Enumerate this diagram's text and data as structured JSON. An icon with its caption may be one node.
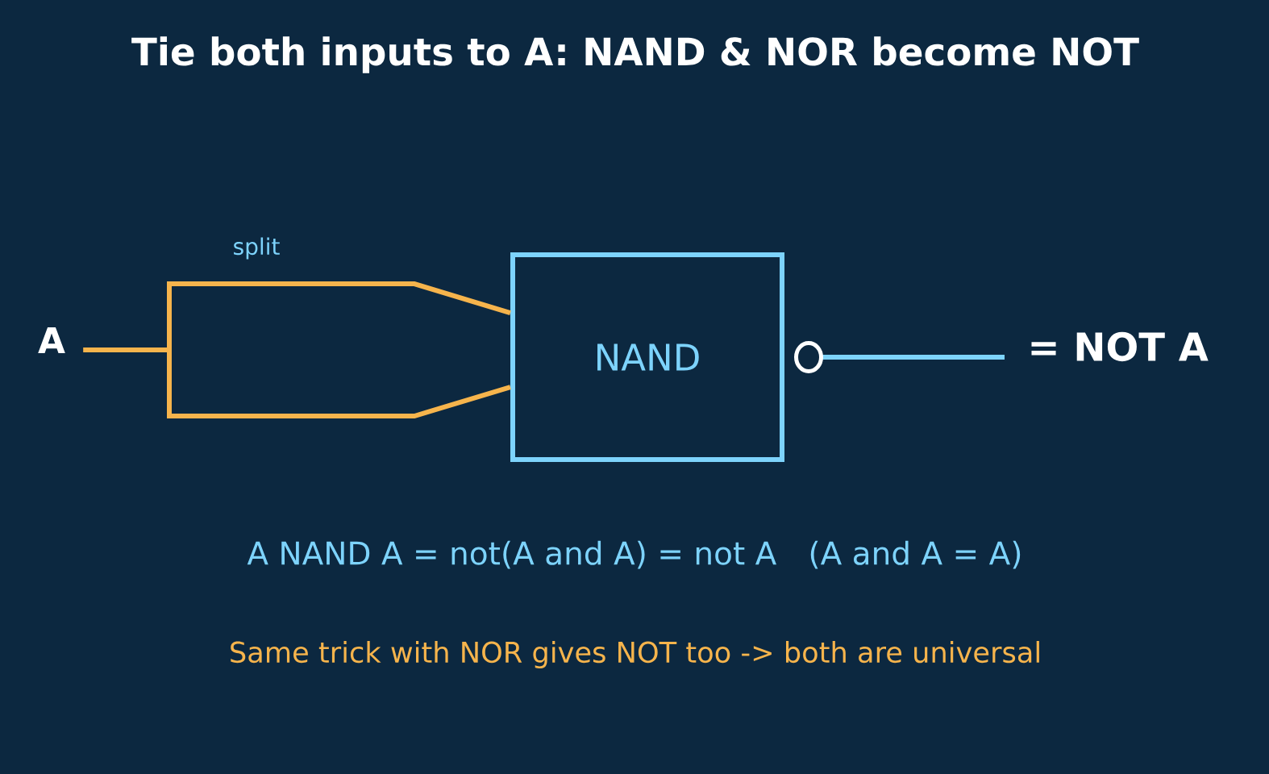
{
  "diagram": {
    "title": "Tie both inputs to A: NAND & NOR become NOT",
    "nodes": [
      {
        "text": [
          "A"
        ]
      },
      {
        "text": [
          "NAND"
        ]
      },
      {
        "text": [
          "= NOT A"
        ]
      }
    ],
    "edges": [
      {
        "from": 0,
        "to": 1,
        "arrow": "none",
        "label": "split"
      },
      {
        "from": 0,
        "to": 1,
        "arrow": "none"
      },
      {
        "from": 1,
        "to": 2,
        "arrow": "other",
        "color": "#7dd3fc"
      }
    ],
    "labels": [
      "A NAND A = not(A and A) = not A",
      "(A and A = A)",
      "Same trick with NOR gives NOT too -> both are universal"
    ]
  }
}
